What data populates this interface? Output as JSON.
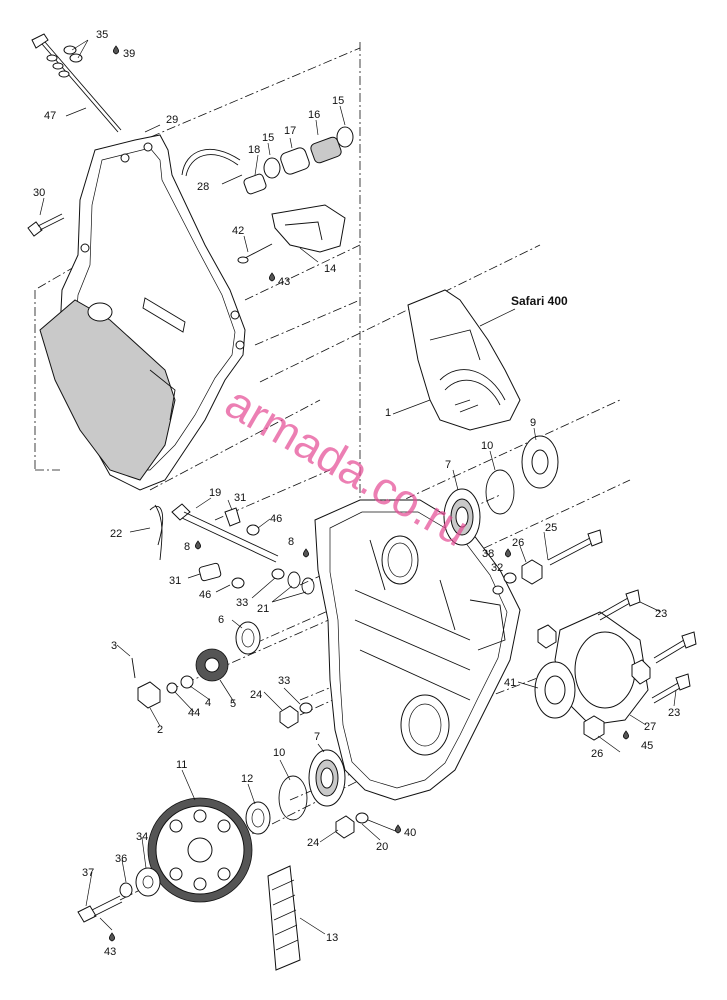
{
  "diagram": {
    "subassembly_label": "Safari 400",
    "watermark": "armada.co.ru",
    "part_numbers": [
      "1",
      "2",
      "3",
      "4",
      "5",
      "6",
      "7",
      "8",
      "9",
      "10",
      "11",
      "12",
      "13",
      "14",
      "15",
      "16",
      "17",
      "18",
      "19",
      "20",
      "21",
      "22",
      "23",
      "24",
      "25",
      "26",
      "27",
      "28",
      "29",
      "30",
      "31",
      "32",
      "33",
      "34",
      "35",
      "36",
      "37",
      "38",
      "39",
      "40",
      "41",
      "42",
      "43",
      "44",
      "45",
      "46",
      "47"
    ],
    "labels": [
      {
        "id": "l35",
        "text": "35"
      },
      {
        "id": "l39",
        "text": "39"
      },
      {
        "id": "l47",
        "text": "47"
      },
      {
        "id": "l29",
        "text": "29"
      },
      {
        "id": "l30",
        "text": "30"
      },
      {
        "id": "l15a",
        "text": "15"
      },
      {
        "id": "l16",
        "text": "16"
      },
      {
        "id": "l17",
        "text": "17"
      },
      {
        "id": "l15b",
        "text": "15"
      },
      {
        "id": "l18",
        "text": "18"
      },
      {
        "id": "l28",
        "text": "28"
      },
      {
        "id": "l42",
        "text": "42"
      },
      {
        "id": "l14",
        "text": "14"
      },
      {
        "id": "l43a",
        "text": "43"
      },
      {
        "id": "l1",
        "text": "1"
      },
      {
        "id": "l9",
        "text": "9"
      },
      {
        "id": "l10a",
        "text": "10"
      },
      {
        "id": "l7a",
        "text": "7"
      },
      {
        "id": "l19",
        "text": "19"
      },
      {
        "id": "l31a",
        "text": "31"
      },
      {
        "id": "l46a",
        "text": "46"
      },
      {
        "id": "l22",
        "text": "22"
      },
      {
        "id": "l8a",
        "text": "8"
      },
      {
        "id": "l8b",
        "text": "8"
      },
      {
        "id": "l25",
        "text": "25"
      },
      {
        "id": "l26a",
        "text": "26"
      },
      {
        "id": "l38",
        "text": "38"
      },
      {
        "id": "l32",
        "text": "32"
      },
      {
        "id": "l31b",
        "text": "31"
      },
      {
        "id": "l46b",
        "text": "46"
      },
      {
        "id": "l33a",
        "text": "33"
      },
      {
        "id": "l21",
        "text": "21"
      },
      {
        "id": "l23a",
        "text": "23"
      },
      {
        "id": "l6",
        "text": "6"
      },
      {
        "id": "l3",
        "text": "3"
      },
      {
        "id": "l23b",
        "text": "23"
      },
      {
        "id": "l41",
        "text": "41"
      },
      {
        "id": "l24a",
        "text": "24"
      },
      {
        "id": "l33b",
        "text": "33"
      },
      {
        "id": "l4",
        "text": "4"
      },
      {
        "id": "l44",
        "text": "44"
      },
      {
        "id": "l5",
        "text": "5"
      },
      {
        "id": "l2",
        "text": "2"
      },
      {
        "id": "l27",
        "text": "27"
      },
      {
        "id": "l26b",
        "text": "26"
      },
      {
        "id": "l45",
        "text": "45"
      },
      {
        "id": "l11",
        "text": "11"
      },
      {
        "id": "l10b",
        "text": "10"
      },
      {
        "id": "l7b",
        "text": "7"
      },
      {
        "id": "l12",
        "text": "12"
      },
      {
        "id": "l34",
        "text": "34"
      },
      {
        "id": "l36",
        "text": "36"
      },
      {
        "id": "l37",
        "text": "37"
      },
      {
        "id": "l24b",
        "text": "24"
      },
      {
        "id": "l40",
        "text": "40"
      },
      {
        "id": "l20",
        "text": "20"
      },
      {
        "id": "l13",
        "text": "13"
      },
      {
        "id": "l43b",
        "text": "43"
      }
    ],
    "lubricant_marker": "oil-drop-icon"
  }
}
